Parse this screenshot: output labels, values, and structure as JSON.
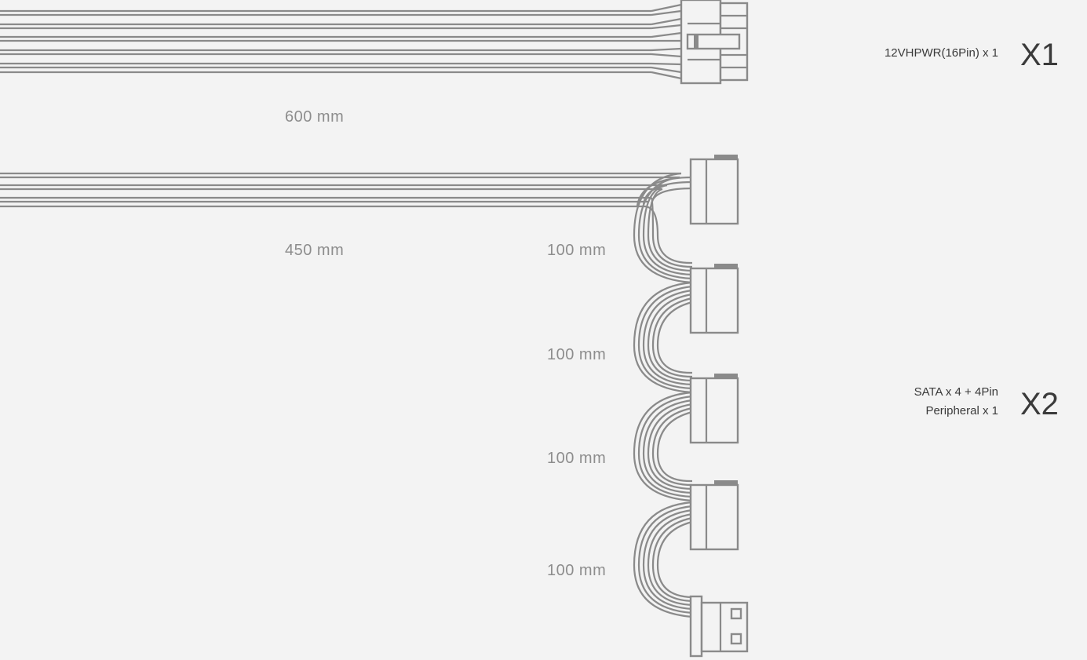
{
  "cables": [
    {
      "id": "12vhpwr",
      "description_lines": [
        "12VHPWR(16Pin) x 1"
      ],
      "quantity": "X1",
      "lengths": [
        "600 mm"
      ],
      "connector_icon": "12vhpwr-connector-icon"
    },
    {
      "id": "sata-peripheral",
      "description_lines": [
        "SATA x 4 + 4Pin",
        "Peripheral x 1"
      ],
      "quantity": "X2",
      "lengths": [
        "450 mm",
        "100 mm",
        "100 mm",
        "100 mm",
        "100 mm"
      ],
      "connector_icons": [
        "sata-connector-icon",
        "sata-connector-icon",
        "sata-connector-icon",
        "sata-connector-icon",
        "molex-4pin-connector-icon"
      ]
    }
  ]
}
